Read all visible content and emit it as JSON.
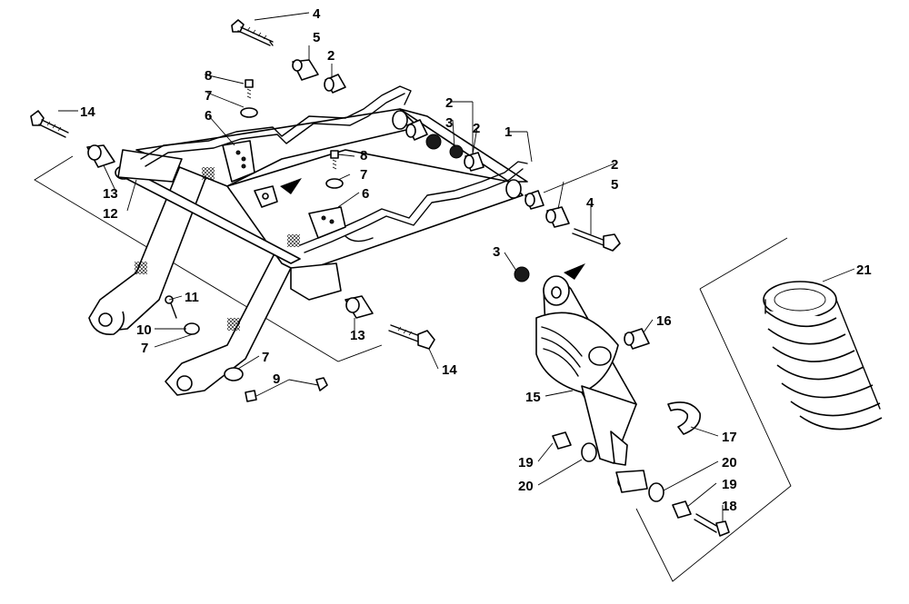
{
  "diagram": {
    "labels": [
      {
        "id": "l4a",
        "text": "4"
      },
      {
        "id": "l5a",
        "text": "5"
      },
      {
        "id": "l2a",
        "text": "2"
      },
      {
        "id": "l8a",
        "text": "8"
      },
      {
        "id": "l7a",
        "text": "7"
      },
      {
        "id": "l6a",
        "text": "6"
      },
      {
        "id": "l14a",
        "text": "14"
      },
      {
        "id": "l2b",
        "text": "2"
      },
      {
        "id": "l3a",
        "text": "3"
      },
      {
        "id": "l2c",
        "text": "2"
      },
      {
        "id": "l1",
        "text": "1"
      },
      {
        "id": "l8b",
        "text": "8"
      },
      {
        "id": "l7b",
        "text": "7"
      },
      {
        "id": "l6b",
        "text": "6"
      },
      {
        "id": "l2d",
        "text": "2"
      },
      {
        "id": "l5b",
        "text": "5"
      },
      {
        "id": "l4b",
        "text": "4"
      },
      {
        "id": "l13a",
        "text": "13"
      },
      {
        "id": "l12",
        "text": "12"
      },
      {
        "id": "l3b",
        "text": "3"
      },
      {
        "id": "l21",
        "text": "21"
      },
      {
        "id": "l11",
        "text": "11"
      },
      {
        "id": "l10",
        "text": "10"
      },
      {
        "id": "l7c",
        "text": "7"
      },
      {
        "id": "l13b",
        "text": "13"
      },
      {
        "id": "l16",
        "text": "16"
      },
      {
        "id": "l7d",
        "text": "7"
      },
      {
        "id": "l9",
        "text": "9"
      },
      {
        "id": "l14b",
        "text": "14"
      },
      {
        "id": "l15",
        "text": "15"
      },
      {
        "id": "l17",
        "text": "17"
      },
      {
        "id": "l19a",
        "text": "19"
      },
      {
        "id": "l20a",
        "text": "20"
      },
      {
        "id": "l20b",
        "text": "20"
      },
      {
        "id": "l19b",
        "text": "19"
      },
      {
        "id": "l18",
        "text": "18"
      }
    ]
  }
}
